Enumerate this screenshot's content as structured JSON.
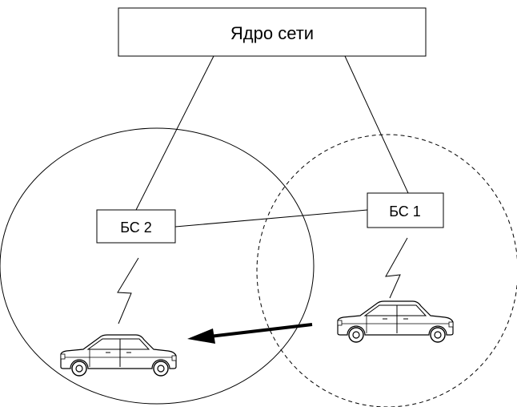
{
  "nodes": {
    "core": {
      "label": "Ядро сети"
    },
    "bs2": {
      "label": "БС 2"
    },
    "bs1": {
      "label": "БС 1"
    }
  },
  "icons": {
    "car": "car-icon",
    "signal": "lightning-bolt-icon",
    "arrow": "left-arrow-icon"
  },
  "colors": {
    "stroke": "#000000",
    "background": "#ffffff"
  }
}
